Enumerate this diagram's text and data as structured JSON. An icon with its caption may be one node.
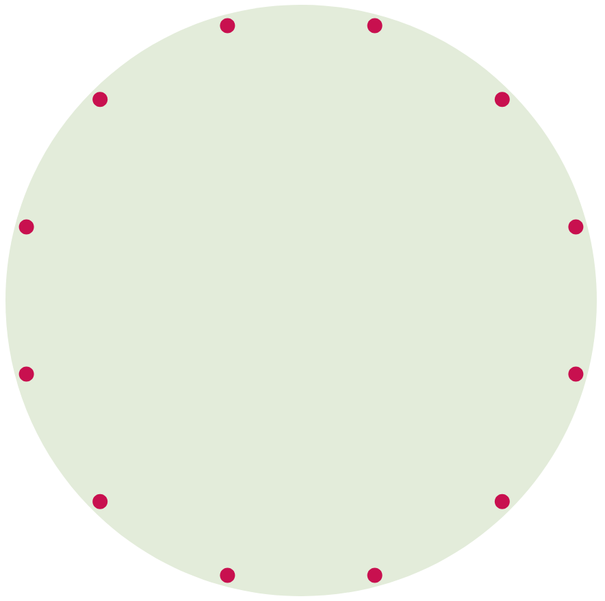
{
  "diagram": {
    "nodes": [
      {
        "text": [],
        "shape": "circle"
      },
      {
        "text": [],
        "shape": "circle",
        "in": 0
      },
      {
        "text": [],
        "shape": "circle",
        "in": 0
      },
      {
        "text": [],
        "shape": "circle",
        "in": 0
      },
      {
        "text": [],
        "shape": "circle",
        "in": 0
      },
      {
        "text": [],
        "shape": "circle",
        "in": 0
      },
      {
        "text": [],
        "shape": "circle",
        "in": 0
      },
      {
        "text": [],
        "shape": "circle",
        "in": 0
      },
      {
        "text": [],
        "shape": "circle",
        "in": 0
      },
      {
        "text": [],
        "shape": "circle",
        "in": 0
      },
      {
        "text": [],
        "shape": "circle",
        "in": 0
      },
      {
        "text": [],
        "shape": "circle",
        "in": 0
      },
      {
        "text": [],
        "shape": "circle",
        "in": 0
      }
    ]
  }
}
